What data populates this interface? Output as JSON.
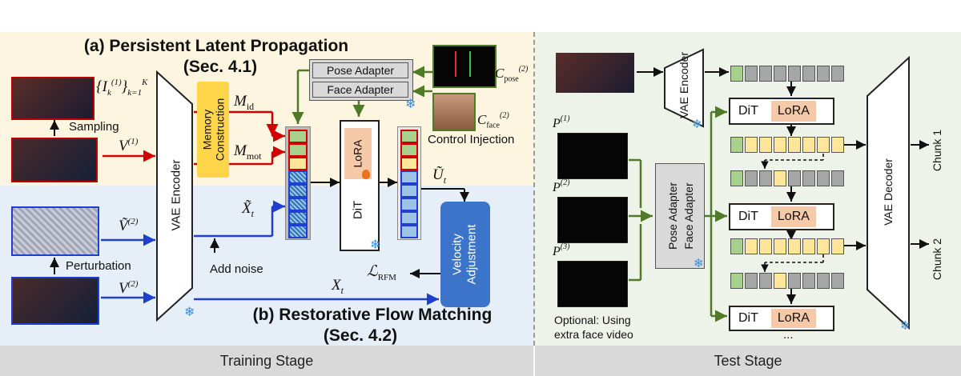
{
  "training": {
    "title_a": "(a) Persistent Latent Propagation",
    "sec_a": "(Sec. 4.1)",
    "title_b": "(b) Restorative Flow Matching",
    "sec_b": "(Sec. 4.2)",
    "sampling": "Sampling",
    "perturbation": "Perturbation",
    "vae_encoder": "VAE Encoder",
    "memory_construction": "Memory Construction",
    "pose_adapter": "Pose Adapter",
    "face_adapter": "Face Adapter",
    "control_injection": "Control Injection",
    "lora": "LoRA",
    "dit": "DiT",
    "add_noise": "Add noise",
    "velocity_adjustment": "Velocity Adjustment",
    "m_id": "M",
    "m_id_sub": "id",
    "m_mot": "M",
    "m_mot_sub": "mot",
    "ik": "{I",
    "ik_tail": "}",
    "v1": "V",
    "v1_sup": "(1)",
    "v2t": "Ṽ",
    "v2t_sup": "(2)",
    "v2": "V",
    "v2_sup": "(2)",
    "xt_tilde": "X̃",
    "xt_tilde_sub": "t",
    "xt": "X",
    "xt_sub": "t",
    "ut": "Ũ",
    "ut_sub": "t",
    "l_rfm": "ℒ",
    "l_rfm_sub": "RFM",
    "c_pose": "C",
    "c_pose_sub": "pose",
    "c_face": "C",
    "c_face_sub": "face",
    "c_sup": "(2)"
  },
  "test": {
    "vae_encoder": "VAE Encoder",
    "vae_decoder": "VAE Decoder",
    "pose_adapter": "Pose Adapter",
    "face_adapter": "Face Adapter",
    "dit": "DiT",
    "lora": "LoRA",
    "p1": "P",
    "p1_sup": "(1)",
    "p2": "P",
    "p2_sup": "(2)",
    "p3": "P",
    "p3_sup": "(3)",
    "optional": "Optional: Using",
    "optional2": "extra face video",
    "chunk1": "Chunk 1",
    "chunk2": "Chunk 2",
    "ellipsis": "..."
  },
  "stages": {
    "training": "Training Stage",
    "test": "Test Stage"
  },
  "colors": {
    "yellow_bg": "#fdf5e0",
    "blue_bg": "#e6eef8",
    "test_bg": "#eef3ea",
    "red": "#d00000",
    "blue": "#1f3fd0",
    "green": "#4f7a28",
    "memory": "#ffd54a",
    "velocity": "#3b74c8",
    "lora": "#f6c9a8",
    "token_green": "#a9d18e",
    "token_yellow": "#ffe699",
    "token_blue": "#9dc3e6",
    "token_gray": "#a6a6a6"
  }
}
